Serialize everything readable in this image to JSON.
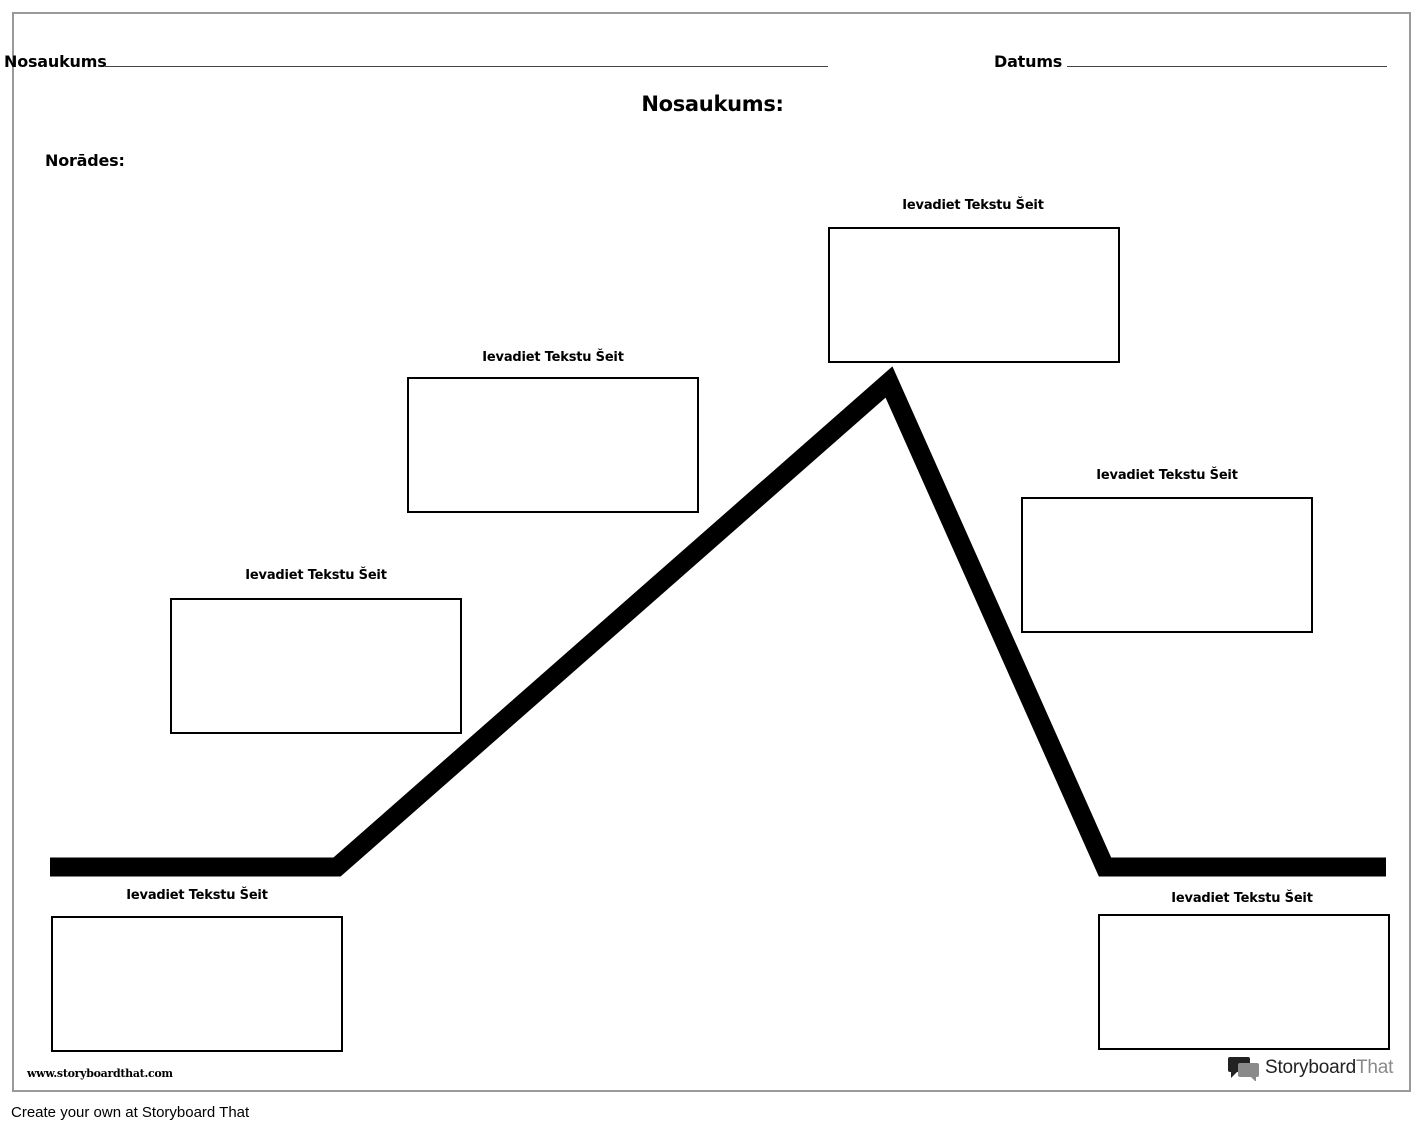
{
  "header": {
    "name_label": "Nosaukums",
    "date_label": "Datums"
  },
  "worksheet": {
    "title": "Nosaukums:",
    "instructions_label": "Norādes:"
  },
  "plot_diagram": {
    "boxes": [
      {
        "label": "Ievadiet Tekstu Šeit"
      },
      {
        "label": "Ievadiet Tekstu Šeit"
      },
      {
        "label": "Ievadiet Tekstu Šeit"
      },
      {
        "label": "Ievadiet Tekstu Šeit"
      },
      {
        "label": "Ievadiet Tekstu Šeit"
      },
      {
        "label": "Ievadiet Tekstu Šeit"
      }
    ]
  },
  "footer": {
    "site_url": "www.storyboardthat.com",
    "brand_dark": "Storyboard",
    "brand_light": "That",
    "caption": "Create your own at Storyboard That"
  },
  "colors": {
    "line": "#000000",
    "border": "#9a9a9a"
  }
}
